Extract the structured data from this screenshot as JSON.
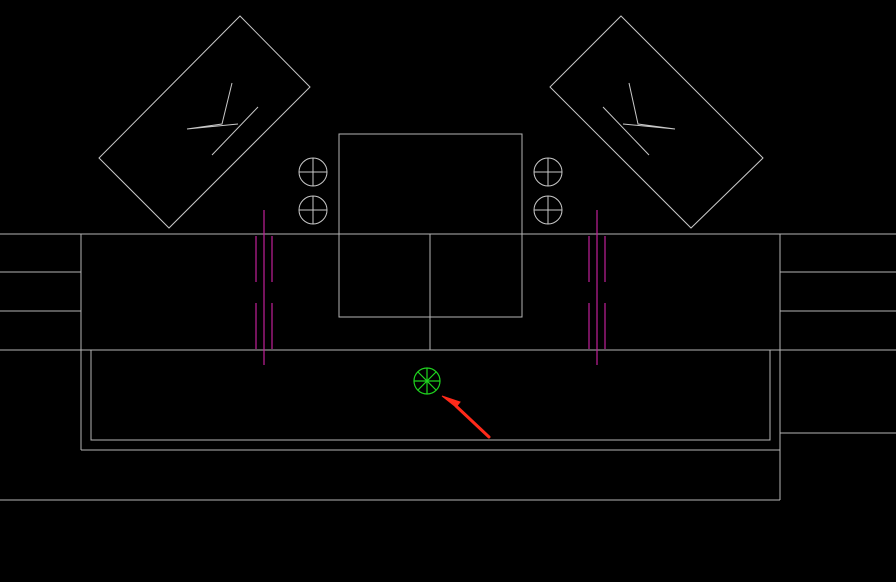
{
  "drawing": {
    "background_color": "#000000",
    "line_color": "#b4b4b4",
    "pipe_color": "#c0209a",
    "marker_color": "#1fd41f",
    "arrow_color": "#ff2a1a"
  },
  "symbols": {
    "left_chair_icon": "chair-block",
    "right_chair_icon": "chair-block",
    "outlet_icon": "circle-cross",
    "floor_drain_icon": "circle-asterisk",
    "pointer_icon": "red-arrow"
  }
}
